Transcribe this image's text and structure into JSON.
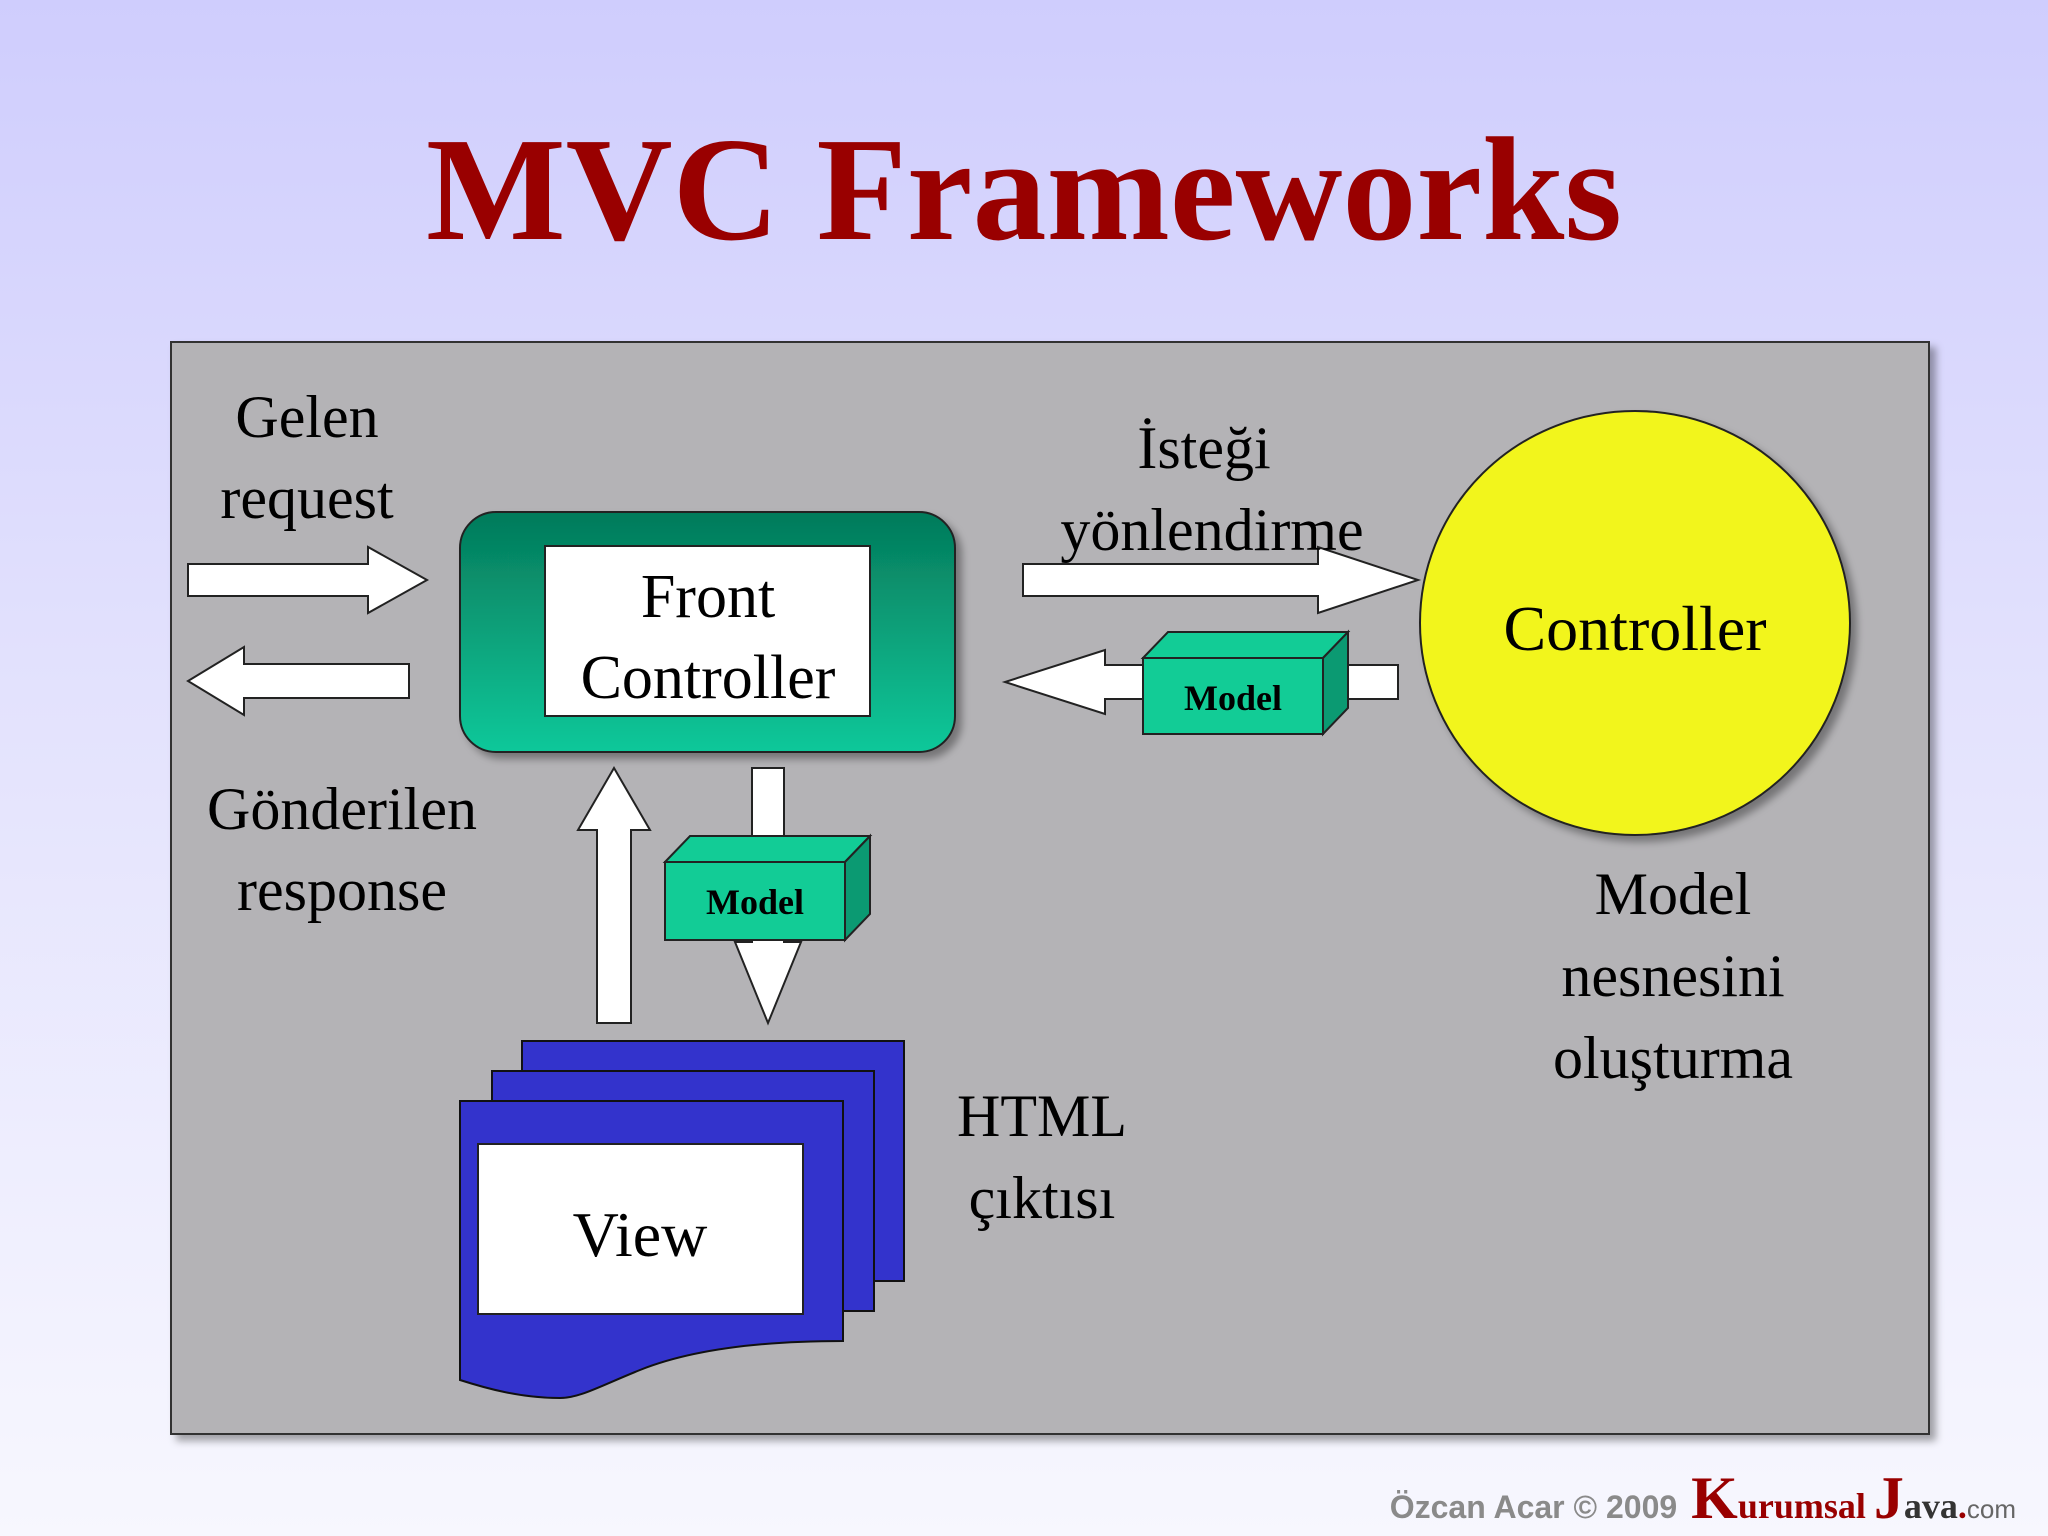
{
  "slide": {
    "title": "MVC Frameworks"
  },
  "diagram": {
    "front_controller_line1": "Front",
    "front_controller_line2": "Controller",
    "controller_label": "Controller",
    "view_label": "View",
    "model_box_top": "Model",
    "model_box_center": "Model",
    "gelen_line1": "Gelen",
    "gelen_line2": "request",
    "gonderilen_line1": "Gönderilen",
    "gonderilen_line2": "response",
    "istegi_line1": "İsteği",
    "istegi_line2": "yönlendirme",
    "model_create_line1": "Model",
    "model_create_line2": "nesnesini",
    "model_create_line3": "oluşturma",
    "html_line1": "HTML",
    "html_line2": "çıktısı",
    "colors": {
      "panel": "#b4b3b6",
      "front_controller_top": "#047a5a",
      "front_controller_bottom": "#10c89a",
      "model_box": "#12cc96",
      "controller_circle": "#f2f51a",
      "view_pages": "#3333cc",
      "title": "#990000"
    }
  },
  "footer": {
    "author": "Özcan Acar © 2009",
    "brand_k": "K",
    "brand_rest": "urumsal",
    "brand_j": "J",
    "brand_ava": "ava",
    "brand_dot": ".",
    "brand_com": "com"
  }
}
